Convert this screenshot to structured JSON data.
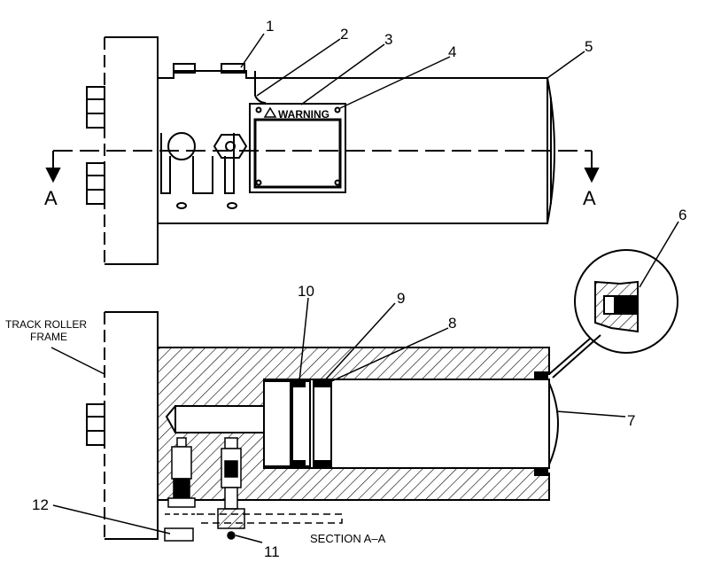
{
  "callouts": [
    "1",
    "2",
    "3",
    "4",
    "5",
    "6",
    "7",
    "8",
    "9",
    "10",
    "11",
    "12"
  ],
  "section_marker": "A",
  "warning_label": "WARNING",
  "frame_label_line1": "TRACK ROLLER",
  "frame_label_line2": "FRAME",
  "section_title": "SECTION A–A"
}
